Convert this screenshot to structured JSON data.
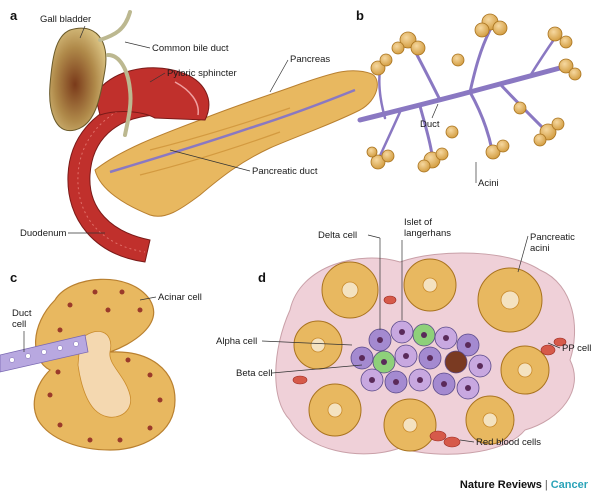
{
  "panels": {
    "a": {
      "letter": "a",
      "labels": {
        "gall_bladder": "Gall bladder",
        "common_bile_duct": "Common bile duct",
        "pyloric_sphincter": "Pyloric sphincter",
        "pancreas": "Pancreas",
        "pancreatic_duct": "Pancreatic duct",
        "duodenum": "Duodenum"
      }
    },
    "b": {
      "letter": "b",
      "labels": {
        "duct": "Duct",
        "acini": "Acini"
      }
    },
    "c": {
      "letter": "c",
      "labels": {
        "duct_line1": "Duct",
        "duct_line2": "cell",
        "acinar_cell": "Acinar cell"
      }
    },
    "d": {
      "letter": "d",
      "labels": {
        "delta_cell": "Delta cell",
        "islet_line1": "Islet of",
        "islet_line2": "langerhans",
        "pancreatic_acini_line1": "Pancreatic",
        "pancreatic_acini_line2": "acini",
        "alpha_cell": "Alpha cell",
        "beta_cell": "Beta cell",
        "pp_cell": "PP cell",
        "red_blood_cells": "Red blood cells"
      }
    }
  },
  "credit": {
    "journal": "Nature Reviews",
    "separator": "|",
    "section": "Cancer"
  },
  "colors": {
    "tissue": "#e8b860",
    "tissue_dark": "#c98a2a",
    "duodenum": "#c0302c",
    "duct": "#8a78c2",
    "islet": "#e8c4d4",
    "beta": "#a48ad0",
    "alpha": "#8ed07a",
    "delta": "#7a3a22",
    "rbc": "#d65a4a",
    "accent": "#2aa3b8"
  }
}
